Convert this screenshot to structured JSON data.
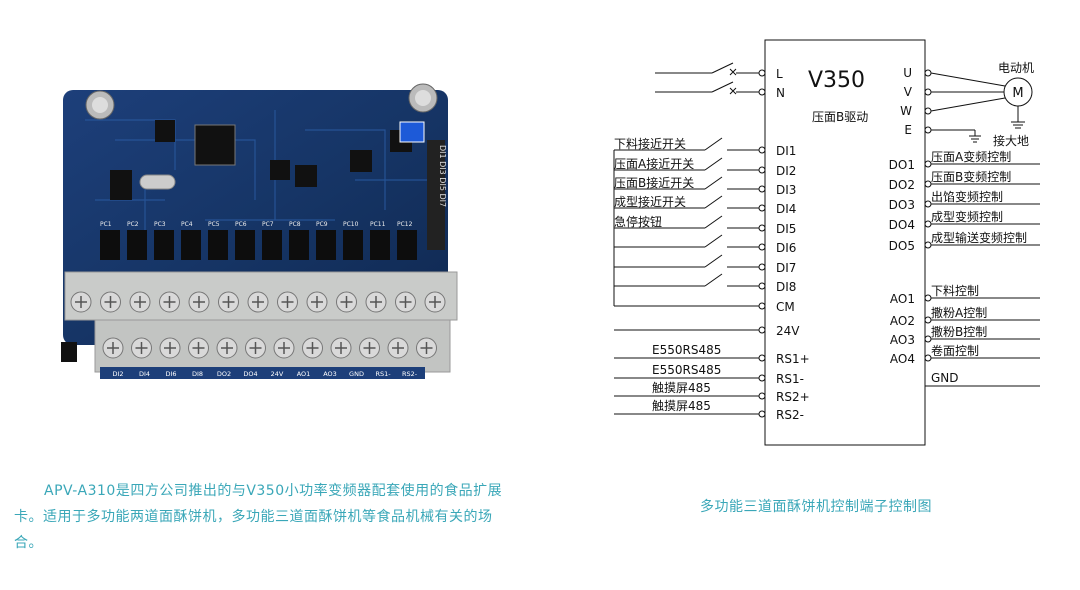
{
  "description": "APV-A310是四方公司推出的与V350小功率变频器配套使用的食品扩展卡。适用于多功能两道面酥饼机，多功能三道面酥饼机等食品机械有关的场合。",
  "caption": "多功能三道面酥饼机控制端子控制图",
  "board": {
    "terminal_labels": [
      "DI2",
      "DI4",
      "DI6",
      "DI8",
      "DO2",
      "DO4",
      "24V",
      "AO1",
      "AO3",
      "GND",
      "RS1-",
      "RS2-"
    ],
    "side_label": "DI1 DI3 DI5 DI7",
    "pc_labels": [
      "PC1",
      "PC2",
      "PC3",
      "PC4",
      "PC5",
      "PC6",
      "PC7",
      "PC8",
      "PC9",
      "PC10",
      "PC11",
      "PC12"
    ]
  },
  "diagram": {
    "model": "V350",
    "subtitle": "压面B驱动",
    "power_inputs": [
      "L",
      "N"
    ],
    "motor_outputs": [
      "U",
      "V",
      "W",
      "E"
    ],
    "motor_label": "电动机",
    "motor_symbol": "M",
    "ground_label": "接大地",
    "di_terminals": [
      {
        "pin": "DI1",
        "label": "下料接近开关"
      },
      {
        "pin": "DI2",
        "label": "压面A接近开关"
      },
      {
        "pin": "DI3",
        "label": "压面B接近开关"
      },
      {
        "pin": "DI4",
        "label": "成型接近开关"
      },
      {
        "pin": "DI5",
        "label": "急停按钮"
      },
      {
        "pin": "DI6",
        "label": ""
      },
      {
        "pin": "DI7",
        "label": ""
      },
      {
        "pin": "DI8",
        "label": ""
      }
    ],
    "cm": "CM",
    "v24": "24V",
    "rs_terminals": [
      {
        "pin": "RS1+",
        "label": "E550RS485"
      },
      {
        "pin": "RS1-",
        "label": "E550RS485"
      },
      {
        "pin": "RS2+",
        "label": "触摸屏485"
      },
      {
        "pin": "RS2-",
        "label": "触摸屏485"
      }
    ],
    "do_terminals": [
      {
        "pin": "DO1",
        "label": "压面A变频控制"
      },
      {
        "pin": "DO2",
        "label": "压面B变频控制"
      },
      {
        "pin": "DO3",
        "label": "出馅变频控制"
      },
      {
        "pin": "DO4",
        "label": "成型变频控制"
      },
      {
        "pin": "DO5",
        "label": "成型输送变频控制"
      }
    ],
    "ao_terminals": [
      {
        "pin": "AO1",
        "label": "下料控制"
      },
      {
        "pin": "AO2",
        "label": "撒粉A控制"
      },
      {
        "pin": "AO3",
        "label": "撒粉B控制"
      },
      {
        "pin": "AO4",
        "label": "卷面控制"
      }
    ],
    "gnd": "GND"
  }
}
